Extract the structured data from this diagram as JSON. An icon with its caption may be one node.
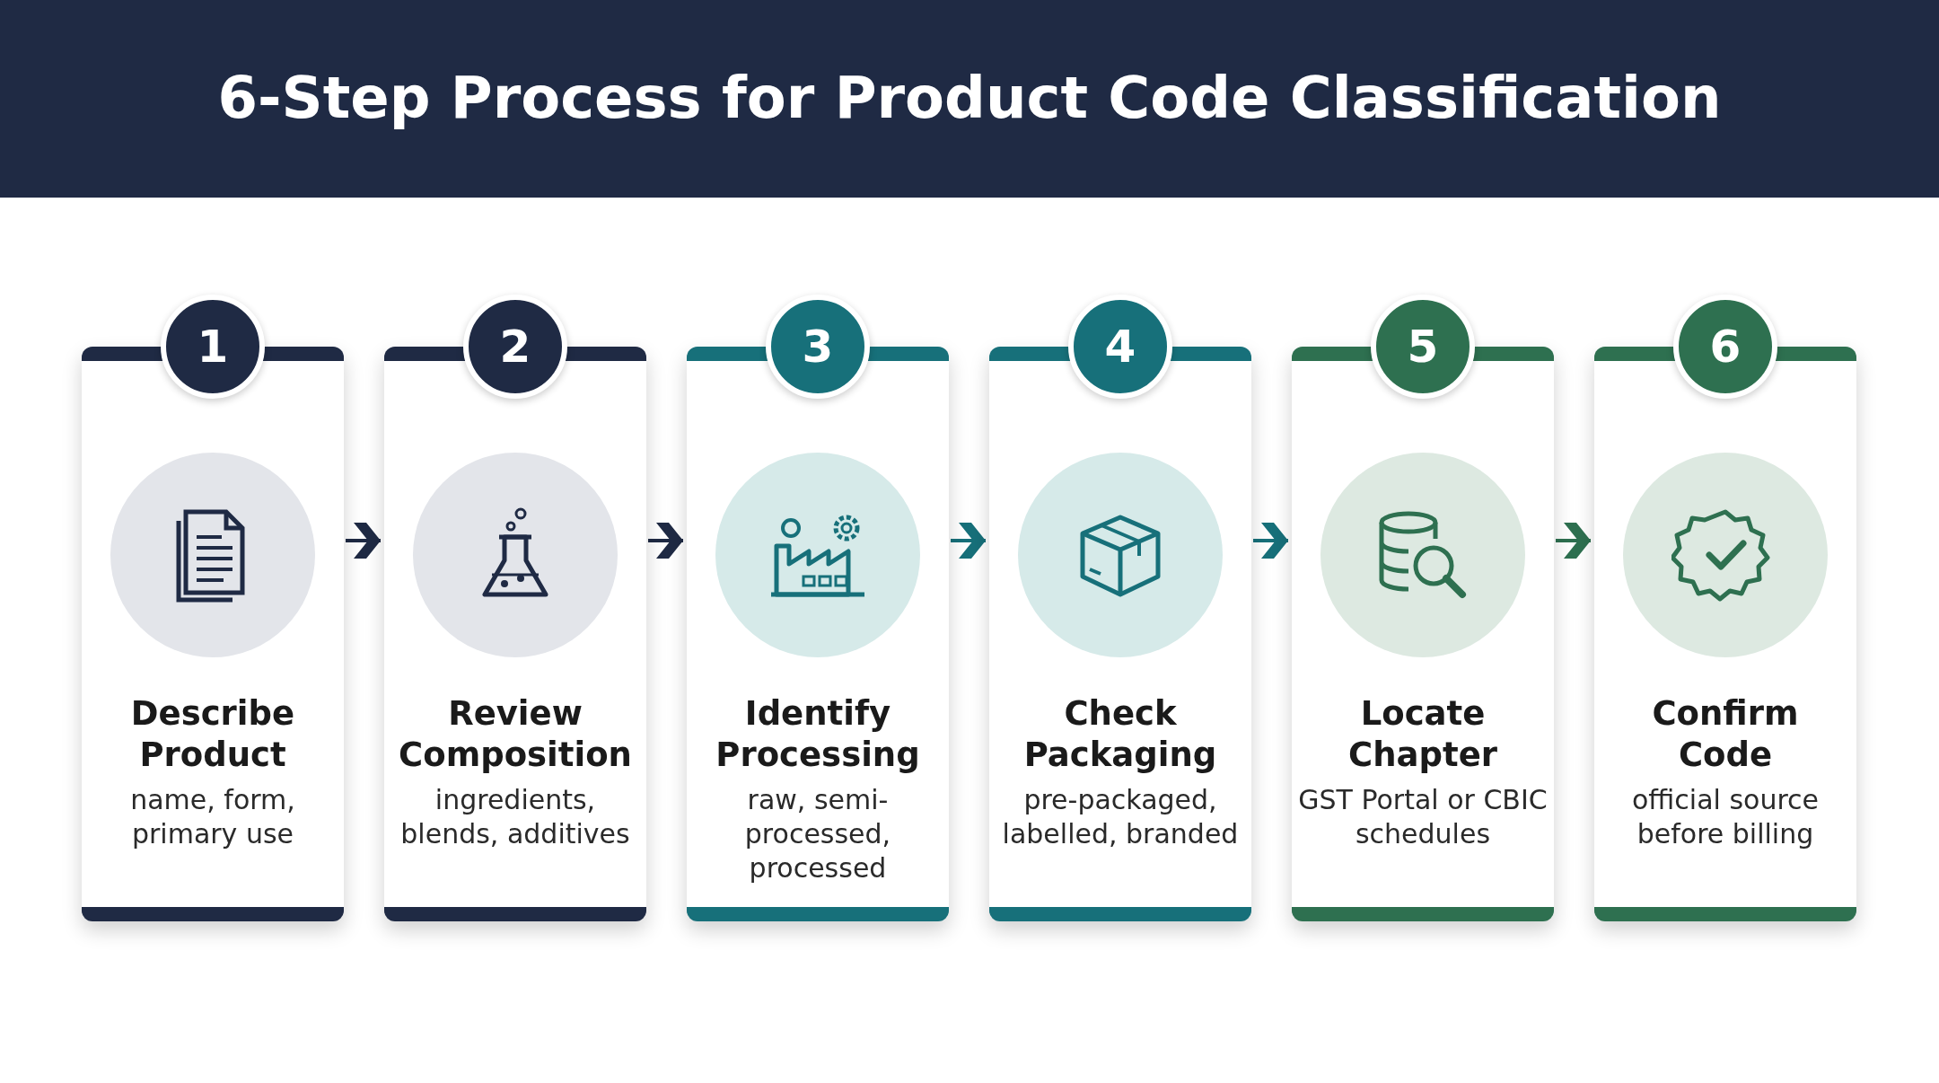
{
  "diagram": {
    "title": "6-Step Process for Product Code Classification",
    "nodes": [
      {
        "text": [
          "1",
          "Describe Product",
          "name, form, primary use"
        ]
      },
      {
        "text": [
          "2",
          "Review Composition",
          "ingredients, blends, additives"
        ]
      },
      {
        "text": [
          "3",
          "Identify Processing",
          "raw, semi-processed, processed"
        ]
      },
      {
        "text": [
          "4",
          "Check Packaging",
          "pre-packaged, labelled, branded"
        ]
      },
      {
        "text": [
          "5",
          "Locate Chapter",
          "GST Portal or CBIC schedules"
        ]
      },
      {
        "text": [
          "6",
          "Confirm Code",
          "official source before billing"
        ]
      }
    ],
    "edges": [
      {
        "from": 0,
        "to": 1,
        "arrow": "to"
      },
      {
        "from": 1,
        "to": 2,
        "arrow": "to"
      },
      {
        "from": 2,
        "to": 3,
        "arrow": "to"
      },
      {
        "from": 3,
        "to": 4,
        "arrow": "to"
      },
      {
        "from": 4,
        "to": 5,
        "arrow": "to"
      }
    ]
  }
}
